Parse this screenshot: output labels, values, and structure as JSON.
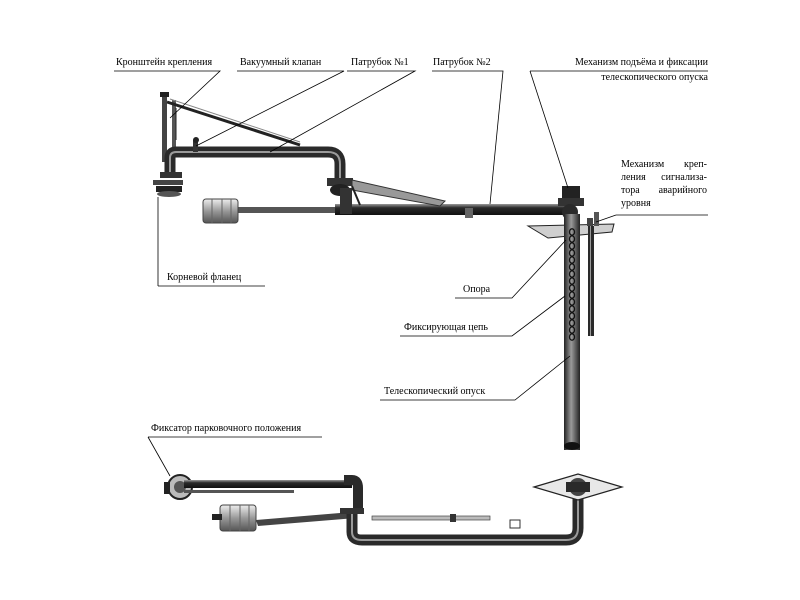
{
  "labels": {
    "mount_brackets": "Кронштейн крепления",
    "vacuum_valve": "Вакуумный клапан",
    "pipe1": "Патрубок №1",
    "pipe2": "Патрубок №2",
    "lift_mech_line1": "Механизм подъёма и фиксации",
    "lift_mech_line2": "телескопического опуска",
    "alarm_mount_line1": "Механизм креп-",
    "alarm_mount_line2": "ления сигнализа-",
    "alarm_mount_line3": "тора аварийного",
    "alarm_mount_line4": "уровня",
    "root_flange": "Корневой фланец",
    "support": "Опора",
    "fixing_chain": "Фиксирующая цепь",
    "telescopic_pipe": "Телескопический опуск",
    "parking_lock": "Фиксатор парковочного положения"
  },
  "colors": {
    "pipe": "#3a3a3a",
    "pipe_highlight": "#8a8a8a",
    "line": "#000000",
    "light_metal": "#c8c8c8"
  }
}
